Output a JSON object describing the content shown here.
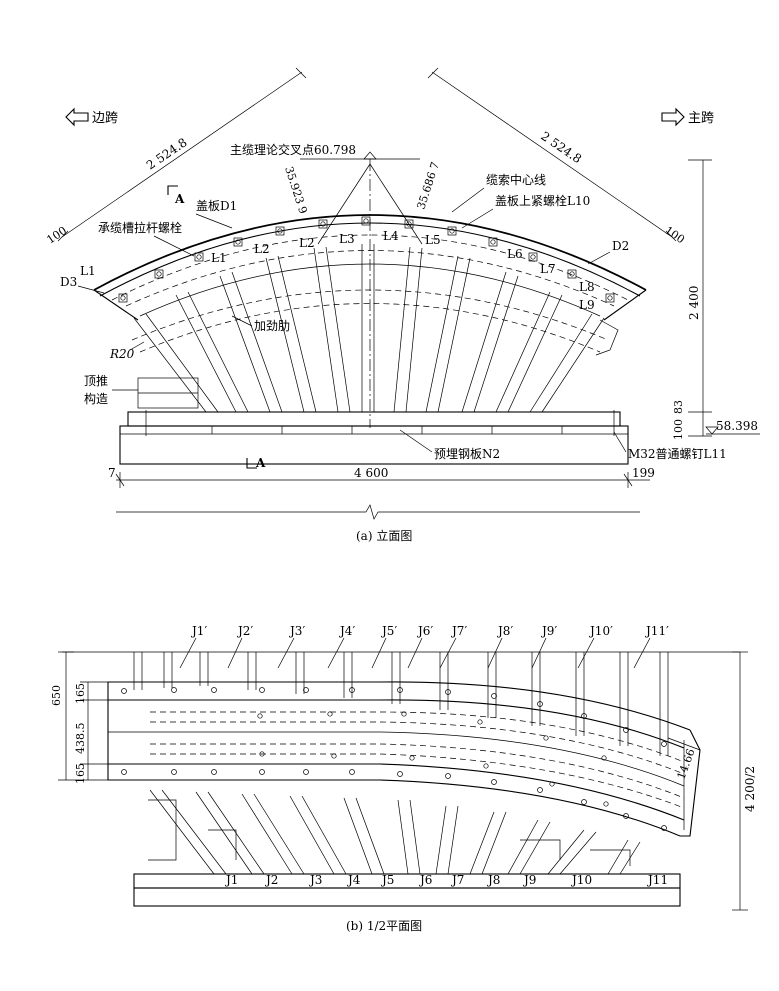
{
  "elevation": {
    "side_span_label": "边跨",
    "main_span_label": "主跨",
    "dim_left_diag": "2 524.8",
    "dim_right_diag": "2 524.8",
    "dim_100_left": "100",
    "dim_100_right": "100",
    "intersection_label": "主缆理论交叉点60.798",
    "angle_left": "35.923 9",
    "angle_right": "35.686 7",
    "cable_center_label": "缆索中心线",
    "cover_plate_bolt_label": "盖板上紧螺栓L10",
    "cover_d1_label": "盖板D1",
    "groove_bolt_label": "承缆槽拉杆螺栓",
    "d2_label": "D2",
    "d3_label": "D3",
    "section_a_label": "A",
    "stiffener_label": "加劲肋",
    "r20_label": "R20",
    "jacking_label_1": "顶推",
    "jacking_label_2": "构造",
    "embedded_plate_label": "预埋钢板N2",
    "m32_label": "M32普通螺钉L11",
    "dim_2400": "2 400",
    "dim_83": "83",
    "dim_100": "100",
    "elev_58": "58.398",
    "dim_7": "7",
    "dim_4600": "4 600",
    "dim_199": "199",
    "bolt_labels": [
      "L1",
      "L1",
      "L2",
      "L2",
      "L3",
      "L4",
      "L5",
      "L6",
      "L7",
      "L8",
      "L9"
    ],
    "caption": "(a) 立面图"
  },
  "plan": {
    "top_labels": [
      "J1′",
      "J2′",
      "J3′",
      "J4′",
      "J5′",
      "J6′",
      "J7′",
      "J8′",
      "J9′",
      "J10′",
      "J11′"
    ],
    "bottom_labels": [
      "J1",
      "J2",
      "J3",
      "J4",
      "J5",
      "J6",
      "J7",
      "J8",
      "J9",
      "J10",
      "J11"
    ],
    "dim_650": "650",
    "dim_165_top": "165",
    "dim_438": "438.5",
    "dim_165_bottom": "165",
    "dim_1466": "14.66",
    "dim_4200": "4 200/2",
    "caption": "(b) 1/2平面图"
  }
}
